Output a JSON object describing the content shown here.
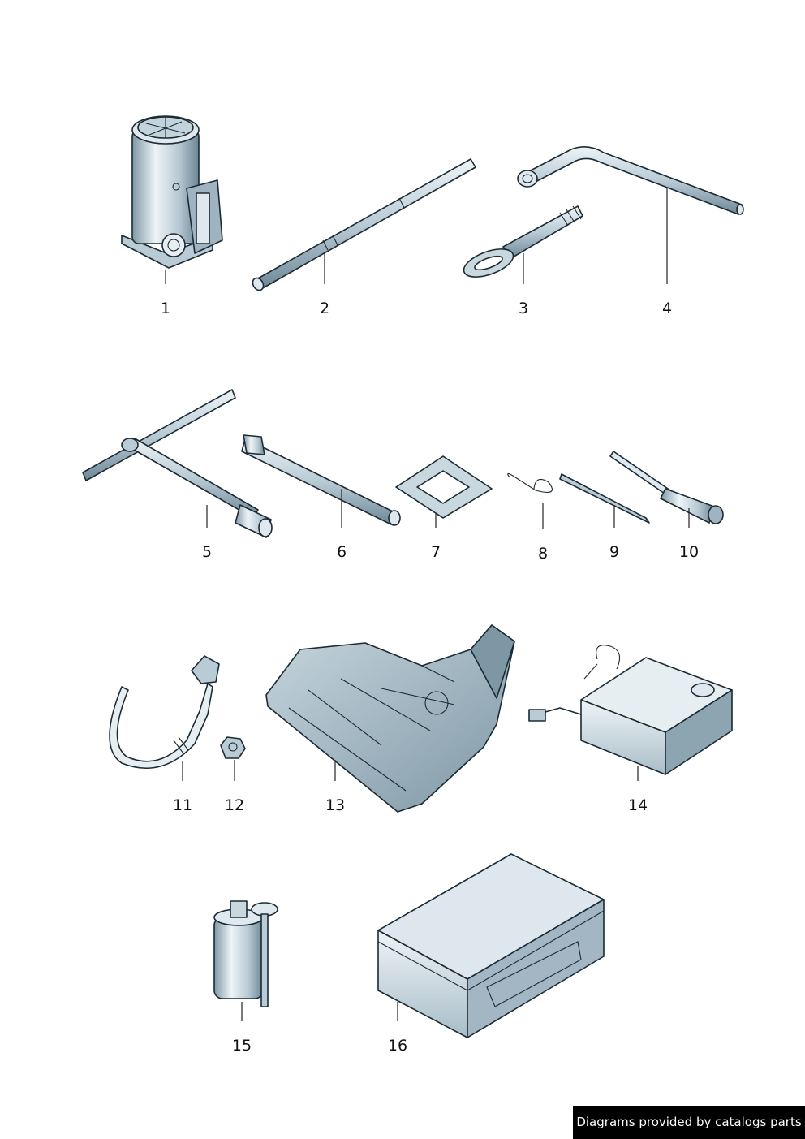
{
  "parts": [
    {
      "number": "1"
    },
    {
      "number": "2"
    },
    {
      "number": "3"
    },
    {
      "number": "4"
    },
    {
      "number": "5"
    },
    {
      "number": "6"
    },
    {
      "number": "7"
    },
    {
      "number": "8"
    },
    {
      "number": "9"
    },
    {
      "number": "10"
    },
    {
      "number": "11"
    },
    {
      "number": "12"
    },
    {
      "number": "13"
    },
    {
      "number": "14"
    },
    {
      "number": "15"
    },
    {
      "number": "16"
    }
  ],
  "footer": {
    "text": "Diagrams provided by catalogs parts"
  },
  "colors": {
    "metal_light": "#e8f0f4",
    "metal_mid": "#b9cbd5",
    "metal_dark": "#6f8897",
    "outline": "#1c2a33",
    "badge_bg": "#000000",
    "badge_text": "#ffffff"
  }
}
